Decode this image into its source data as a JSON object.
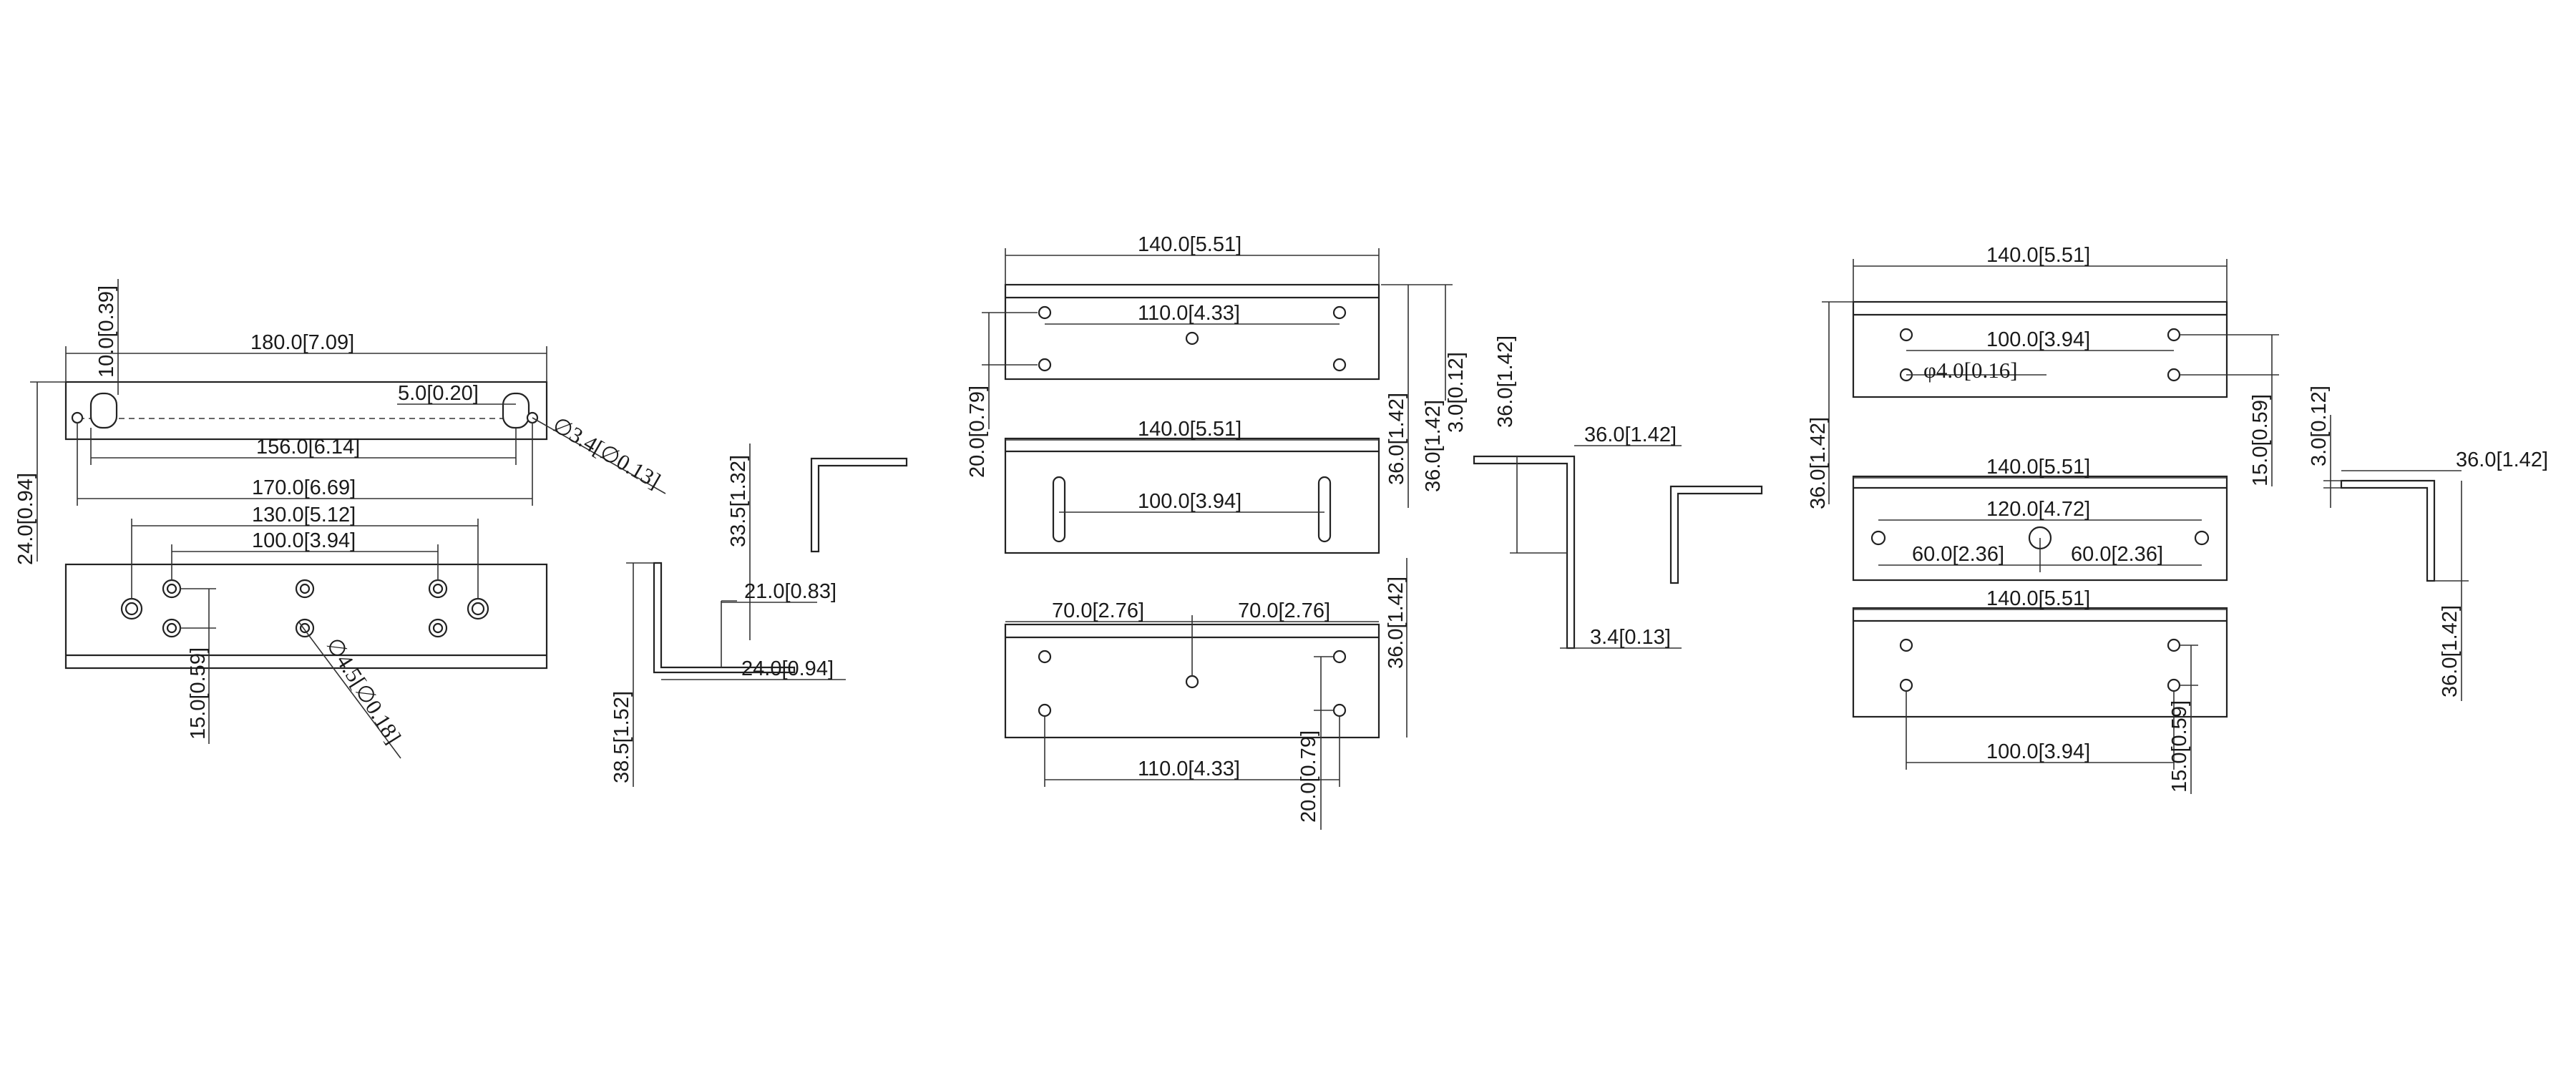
{
  "drawing_1": {
    "top_view": {
      "d_overall_height": "10.0[0.39]",
      "d_overall_length": "180.0[7.09]",
      "d_slot_offset": "5.0[0.20]",
      "d_hole_dia": "∅3.4[∅0.13]",
      "d_slot_span": "156.0[6.14]",
      "d_hole_span": "170.0[6.69]",
      "d_side_height": "24.0[0.94]"
    },
    "front_view": {
      "d_outer_holes": "130.0[5.12]",
      "d_inner_holes": "100.0[3.94]",
      "d_hole_offset": "15.0[0.59]",
      "d_hole_dia": "∅4.5[∅0.18]"
    },
    "side_view": {
      "d_upper": "33.5[1.32]",
      "d_inner": "21.0[0.83]",
      "d_depth": "24.0[0.94]",
      "d_total": "38.5[1.52]"
    }
  },
  "drawing_2": {
    "plate_a": {
      "d_length": "140.0[5.51]",
      "d_holes": "110.0[4.33]",
      "d_hole_vert": "20.0[0.79]",
      "d_thickness": "3.0[0.12]",
      "d_height": "36.0[1.42]"
    },
    "plate_b": {
      "d_length": "140.0[5.51]",
      "d_slots": "100.0[3.94]",
      "d_height": "36.0[1.42]"
    },
    "plate_c": {
      "d_left": "70.0[2.76]",
      "d_right": "70.0[2.76]",
      "d_holes": "110.0[4.33]",
      "d_hole_vert": "20.0[0.79]",
      "d_height": "36.0[1.42]"
    },
    "side_view": {
      "d_height": "36.0[1.42]",
      "d_flange": "36.0[1.42]",
      "d_thickness": "3.4[0.13]"
    }
  },
  "drawing_3": {
    "plate_a": {
      "d_length": "140.0[5.51]",
      "d_holes": "100.0[3.94]",
      "d_hole_dia": "φ4.0[0.16]",
      "d_height": "36.0[1.42]",
      "d_hole_vert": "15.0[0.59]"
    },
    "plate_b": {
      "d_length": "140.0[5.51]",
      "d_holes": "120.0[4.72]",
      "d_left": "60.0[2.36]",
      "d_right": "60.0[2.36]"
    },
    "plate_c": {
      "d_length": "140.0[5.51]",
      "d_holes": "100.0[3.94]",
      "d_hole_vert": "15.0[0.59]"
    },
    "side_view": {
      "d_thickness": "3.0[0.12]",
      "d_flange": "36.0[1.42]",
      "d_height": "36.0[1.42]"
    }
  }
}
